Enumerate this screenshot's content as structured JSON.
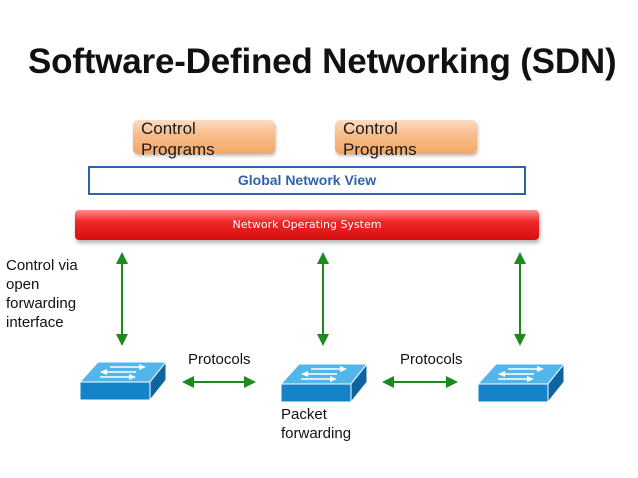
{
  "title": "Software-Defined Networking (SDN)",
  "control_programs": [
    {
      "label": "Control\nPrograms"
    },
    {
      "label": "Control\nPrograms"
    }
  ],
  "global_view": {
    "label": "Global Network View"
  },
  "nos": {
    "label": "Network Operating  System"
  },
  "control_via": {
    "label": "Control via\nopen\nforwarding\ninterface"
  },
  "protocols": [
    {
      "label": "Protocols"
    },
    {
      "label": "Protocols"
    }
  ],
  "packet": {
    "label": "Packet\nforwarding"
  },
  "colors": {
    "arrow": "#1d8a1d",
    "switch_top": "#52b6ea",
    "switch_front": "#1583c8",
    "switch_side": "#0d64a0",
    "nos": "#e81818",
    "gnv_border": "#2f62ad",
    "control_box": "#f8bc8a"
  },
  "icons": {
    "switch": "network-switch-icon",
    "vertical_arrow": "double-arrow-vertical-icon",
    "horizontal_arrow": "double-arrow-horizontal-icon"
  }
}
